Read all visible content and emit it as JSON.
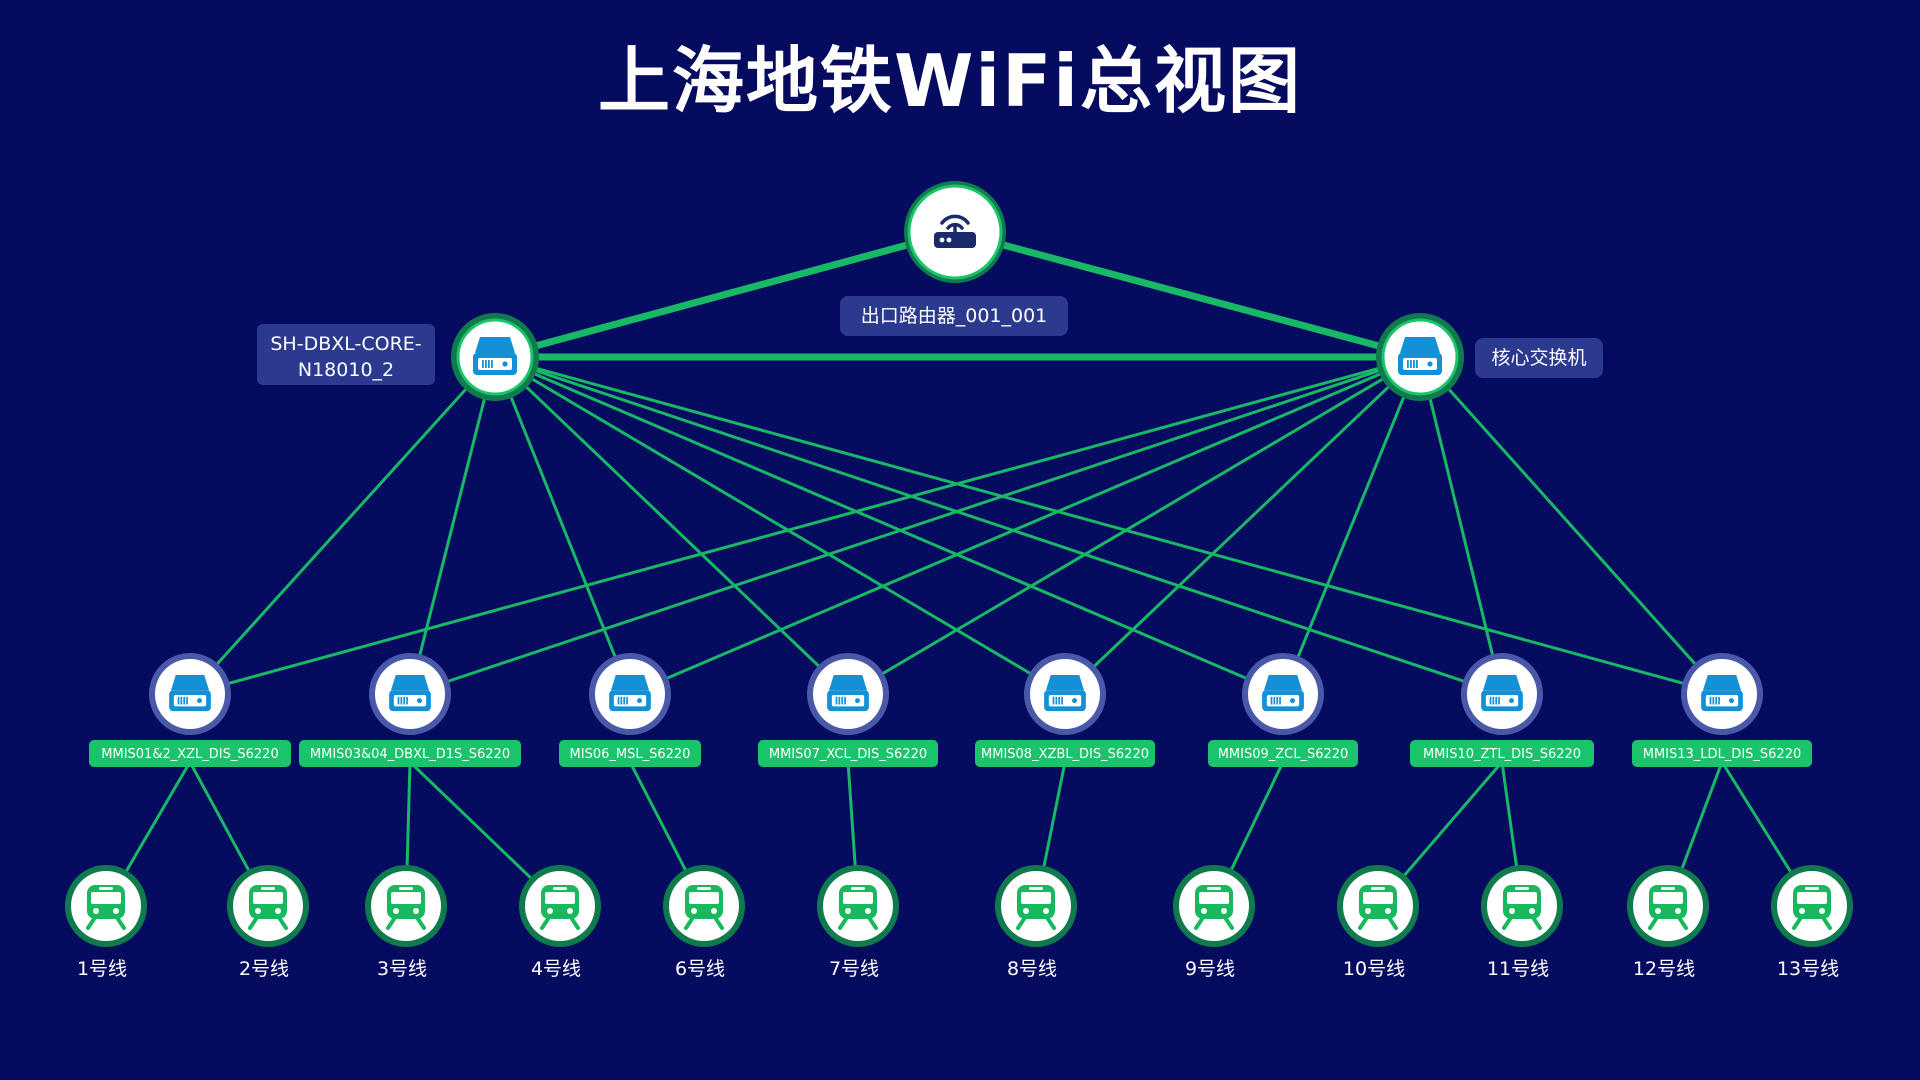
{
  "title": "上海地铁WiFi总视图",
  "colors": {
    "background": "#050b5e",
    "link": "#17b866",
    "label_green": "#19c46a",
    "label_navy": "#2b3a8f",
    "switch_icon": "#1491d6",
    "node_white": "#ffffff",
    "router_icon": "#1b2a6b",
    "train_icon": "#18b85f"
  },
  "router": {
    "label": "出口路由器_001_001",
    "icon": "wifi-router-icon"
  },
  "core": [
    {
      "label": "SH-DBXL-CORE-\nN18010_2",
      "lines": [
        "SH-DBXL-CORE-",
        "N18010_2"
      ],
      "icon": "switch-icon"
    },
    {
      "label": "核心交换机",
      "lines": [
        "核心交换机"
      ],
      "icon": "switch-icon"
    }
  ],
  "distribution": [
    {
      "label": "MMIS01&2_XZL_DIS_S6220",
      "stations": [
        "1号线",
        "2号线"
      ]
    },
    {
      "label": "MMIS03&04_DBXL_D1S_S6220",
      "stations": [
        "3号线",
        "4号线"
      ]
    },
    {
      "label": "MIS06_MSL_S6220",
      "stations": [
        "6号线"
      ]
    },
    {
      "label": "MMIS07_XCL_DIS_S6220",
      "stations": [
        "7号线"
      ]
    },
    {
      "label": "MMIS08_XZBL_DIS_S6220",
      "stations": [
        "8号线"
      ]
    },
    {
      "label": "MMIS09_ZCL_S6220",
      "stations": [
        "9号线"
      ]
    },
    {
      "label": "MMIS10_ZTL_DIS_S6220",
      "stations": [
        "10号线",
        "11号线"
      ]
    },
    {
      "label": "MMIS13_LDL_DIS_S6220",
      "stations": [
        "12号线",
        "13号线"
      ]
    }
  ]
}
